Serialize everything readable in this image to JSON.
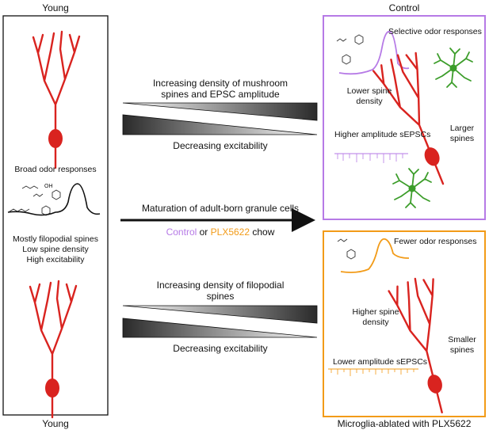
{
  "titles": {
    "left_top": "Young",
    "left_bottom": "Young",
    "right_top": "Control",
    "right_bottom": "Microglia-ablated with PLX5622"
  },
  "left_panel": {
    "broad_odor": "Broad odor responses",
    "traits": [
      "Mostly filopodial spines",
      "Low spine density",
      "High excitability"
    ],
    "chem_labels": [
      "OH"
    ]
  },
  "middle": {
    "top_label": [
      "Increasing density of mushroom",
      "spines and EPSC amplitude"
    ],
    "top_decreasing": "Decreasing excitability",
    "maturation": "Maturation of adult-born granule cells",
    "chow_control": "Control",
    "chow_or": "or",
    "chow_plx": "PLX5622",
    "chow_suffix": "chow",
    "bottom_label": [
      "Increasing density of filopodial",
      "spines"
    ],
    "bottom_decreasing": "Decreasing excitability"
  },
  "control_panel": {
    "selective": "Selective odor responses",
    "lower_density": [
      "Lower spine",
      "density"
    ],
    "higher_sepscs": "Higher amplitude sEPSCs",
    "larger_spines": [
      "Larger",
      "spines"
    ]
  },
  "plx_panel": {
    "fewer": "Fewer odor responses",
    "higher_density": [
      "Higher spine",
      "density"
    ],
    "lower_sepscs": "Lower amplitude sEPSCs",
    "smaller_spines": [
      "Smaller",
      "spines"
    ]
  },
  "colors": {
    "neuron": "#d9231f",
    "control": "#b67ae6",
    "plx": "#f29b18",
    "microglia": "#3c9d2a",
    "frame": "#111111"
  }
}
